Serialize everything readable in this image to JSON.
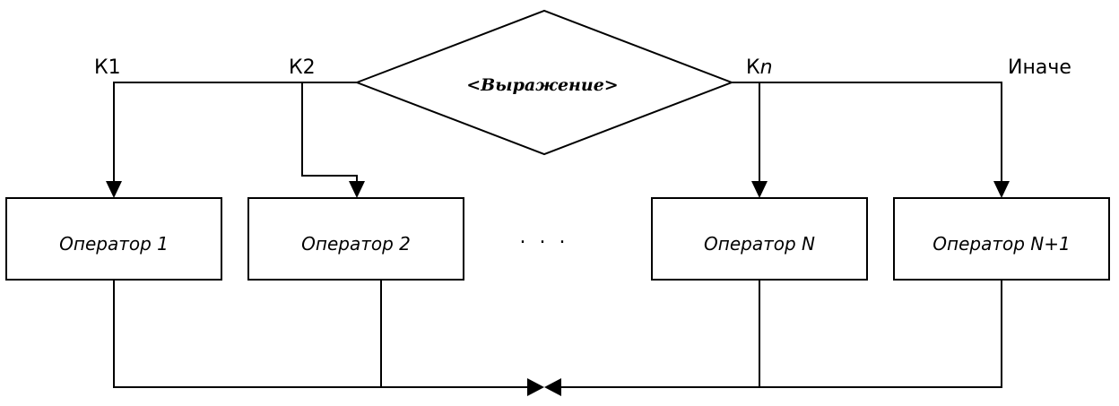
{
  "decision": {
    "expression": "<Выражение>"
  },
  "cases": [
    {
      "label": "К1"
    },
    {
      "label": "К2"
    },
    {
      "label_prefix": "К",
      "label_suffix": "n"
    },
    {
      "label": "Иначе"
    }
  ],
  "operators": [
    {
      "label": "Оператор 1"
    },
    {
      "label": "Оператор 2"
    },
    {
      "label": "Оператор N"
    },
    {
      "label": "Оператор N+1"
    }
  ],
  "ellipsis": ". . ."
}
